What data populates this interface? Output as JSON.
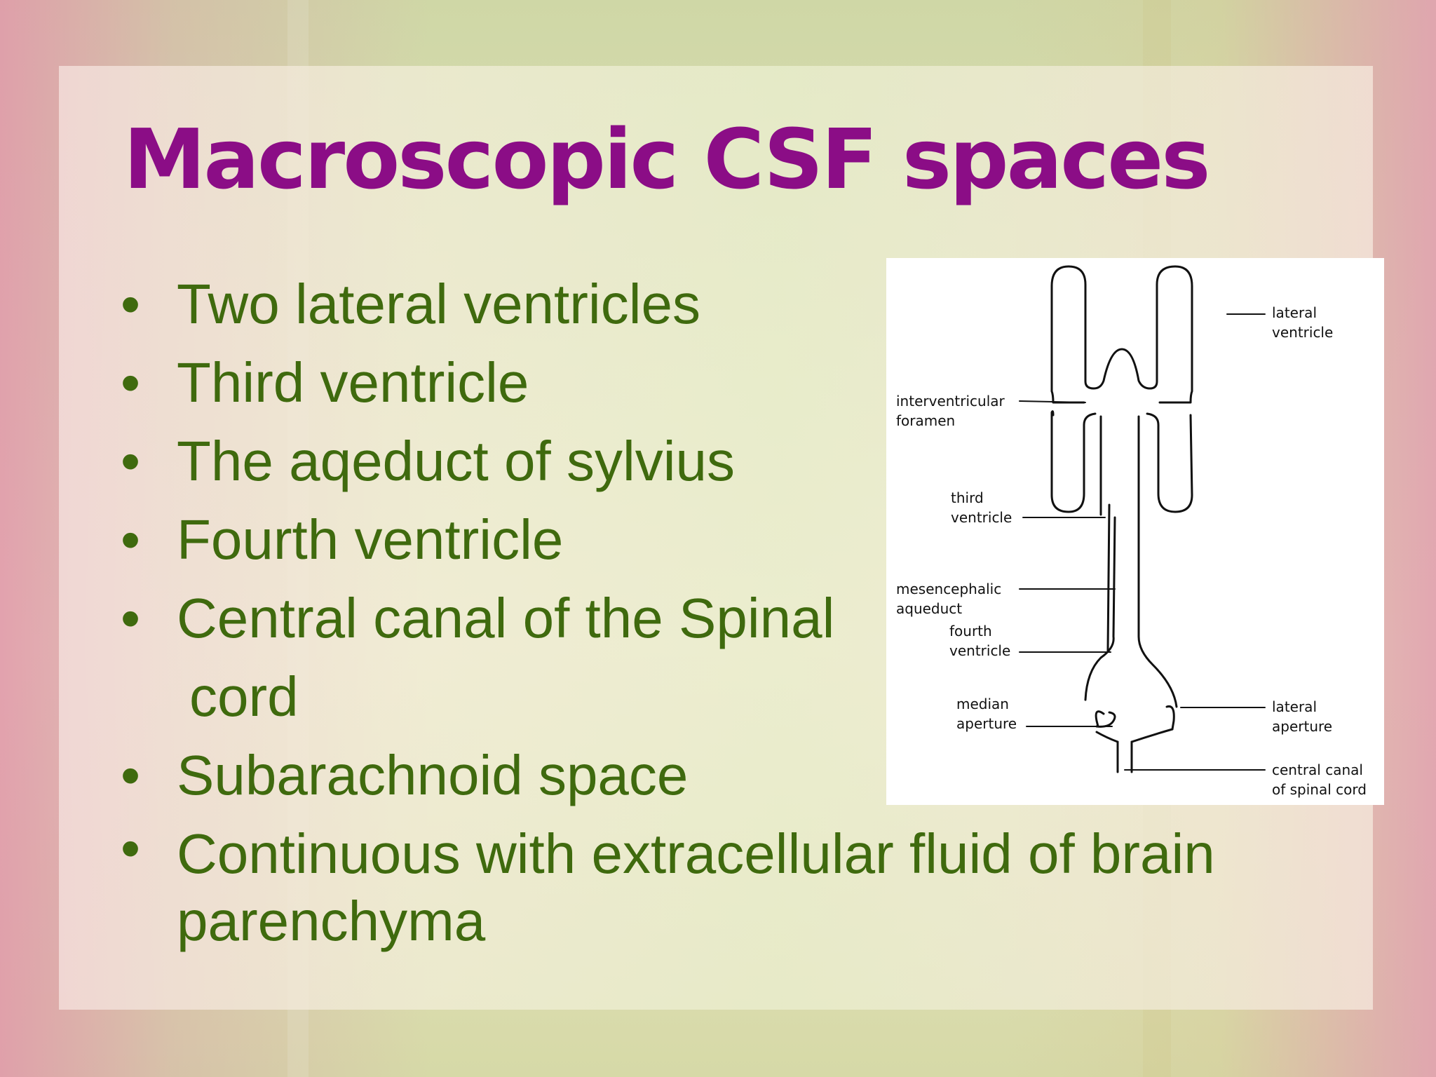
{
  "slide": {
    "title": "Macroscopic CSF spaces",
    "bullets": [
      {
        "text": "Two lateral ventricles"
      },
      {
        "text": "Third ventricle"
      },
      {
        "text": "The aqeduct of sylvius"
      },
      {
        "text": "Fourth ventricle"
      },
      {
        "text": "Central canal of the Spinal",
        "continuation": "cord"
      },
      {
        "text": "Subarachnoid space"
      },
      {
        "text": "Continuous with extracellular fluid of brain parenchyma"
      }
    ]
  },
  "figure": {
    "labels": {
      "lateral_ventricle": [
        "lateral",
        "ventricle"
      ],
      "interventricular_foramen": [
        "interventricular",
        "foramen"
      ],
      "third_ventricle": [
        "third",
        "ventricle"
      ],
      "mesencephalic_aqueduct": [
        "mesencephalic",
        "aqueduct"
      ],
      "fourth_ventricle": [
        "fourth",
        "ventricle"
      ],
      "median_aperture": [
        "median",
        "aperture"
      ],
      "lateral_aperture": [
        "lateral",
        "aperture"
      ],
      "central_canal": [
        "central canal",
        "of spinal cord"
      ]
    }
  },
  "colors": {
    "title": "#8b0d86",
    "bullet_text": "#3f6a0e"
  }
}
